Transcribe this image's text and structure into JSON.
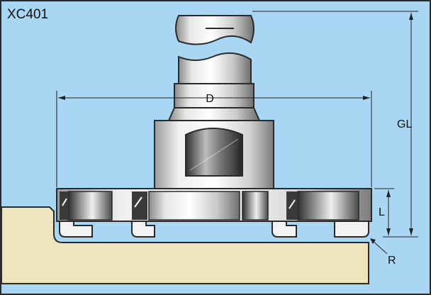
{
  "diagram": {
    "model_code": "XC401",
    "dimensions": {
      "diameter": "D",
      "overall_length": "GL",
      "cutting_length": "L",
      "radius": "R"
    }
  },
  "colors": {
    "background": "#a9d6f2",
    "frame": "#2a2a2a",
    "workpiece": "#efe6bf",
    "tool_light": "#f4f4f4",
    "tool_mid": "#b4b4b4",
    "tool_dark": "#5a5a5a",
    "dimension_line": "#222222"
  }
}
